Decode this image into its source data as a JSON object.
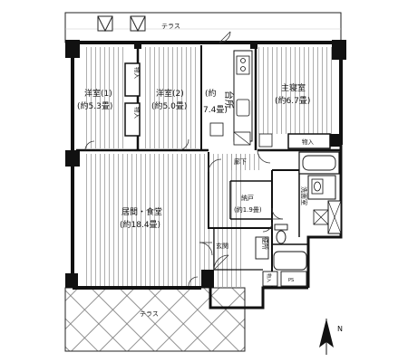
{
  "plan": {
    "terrace_top": "テラス",
    "terrace_bottom": "テラス",
    "western1": {
      "name": "洋室(1)",
      "area": "(約5.3畳)"
    },
    "western2": {
      "name": "洋室(2)",
      "area": "(約5.0畳)"
    },
    "kitchen": {
      "area": "(約",
      "area2": "7.4畳)",
      "name": "台所"
    },
    "master": {
      "name": "主寝室",
      "area": "(約6.7畳)"
    },
    "living": {
      "name": "居間・食堂",
      "area": "(約18.4畳)"
    },
    "storage1": "物入",
    "storage2": "物入",
    "storage3": "物入",
    "hall": "廊下",
    "pantry": {
      "name": "納戸",
      "area": "(約1.9畳)"
    },
    "washroom": "洗面室",
    "entrance": "玄関",
    "toilet": "便所",
    "closet_small": "物入",
    "pipe_space": "PS",
    "north": "N"
  }
}
